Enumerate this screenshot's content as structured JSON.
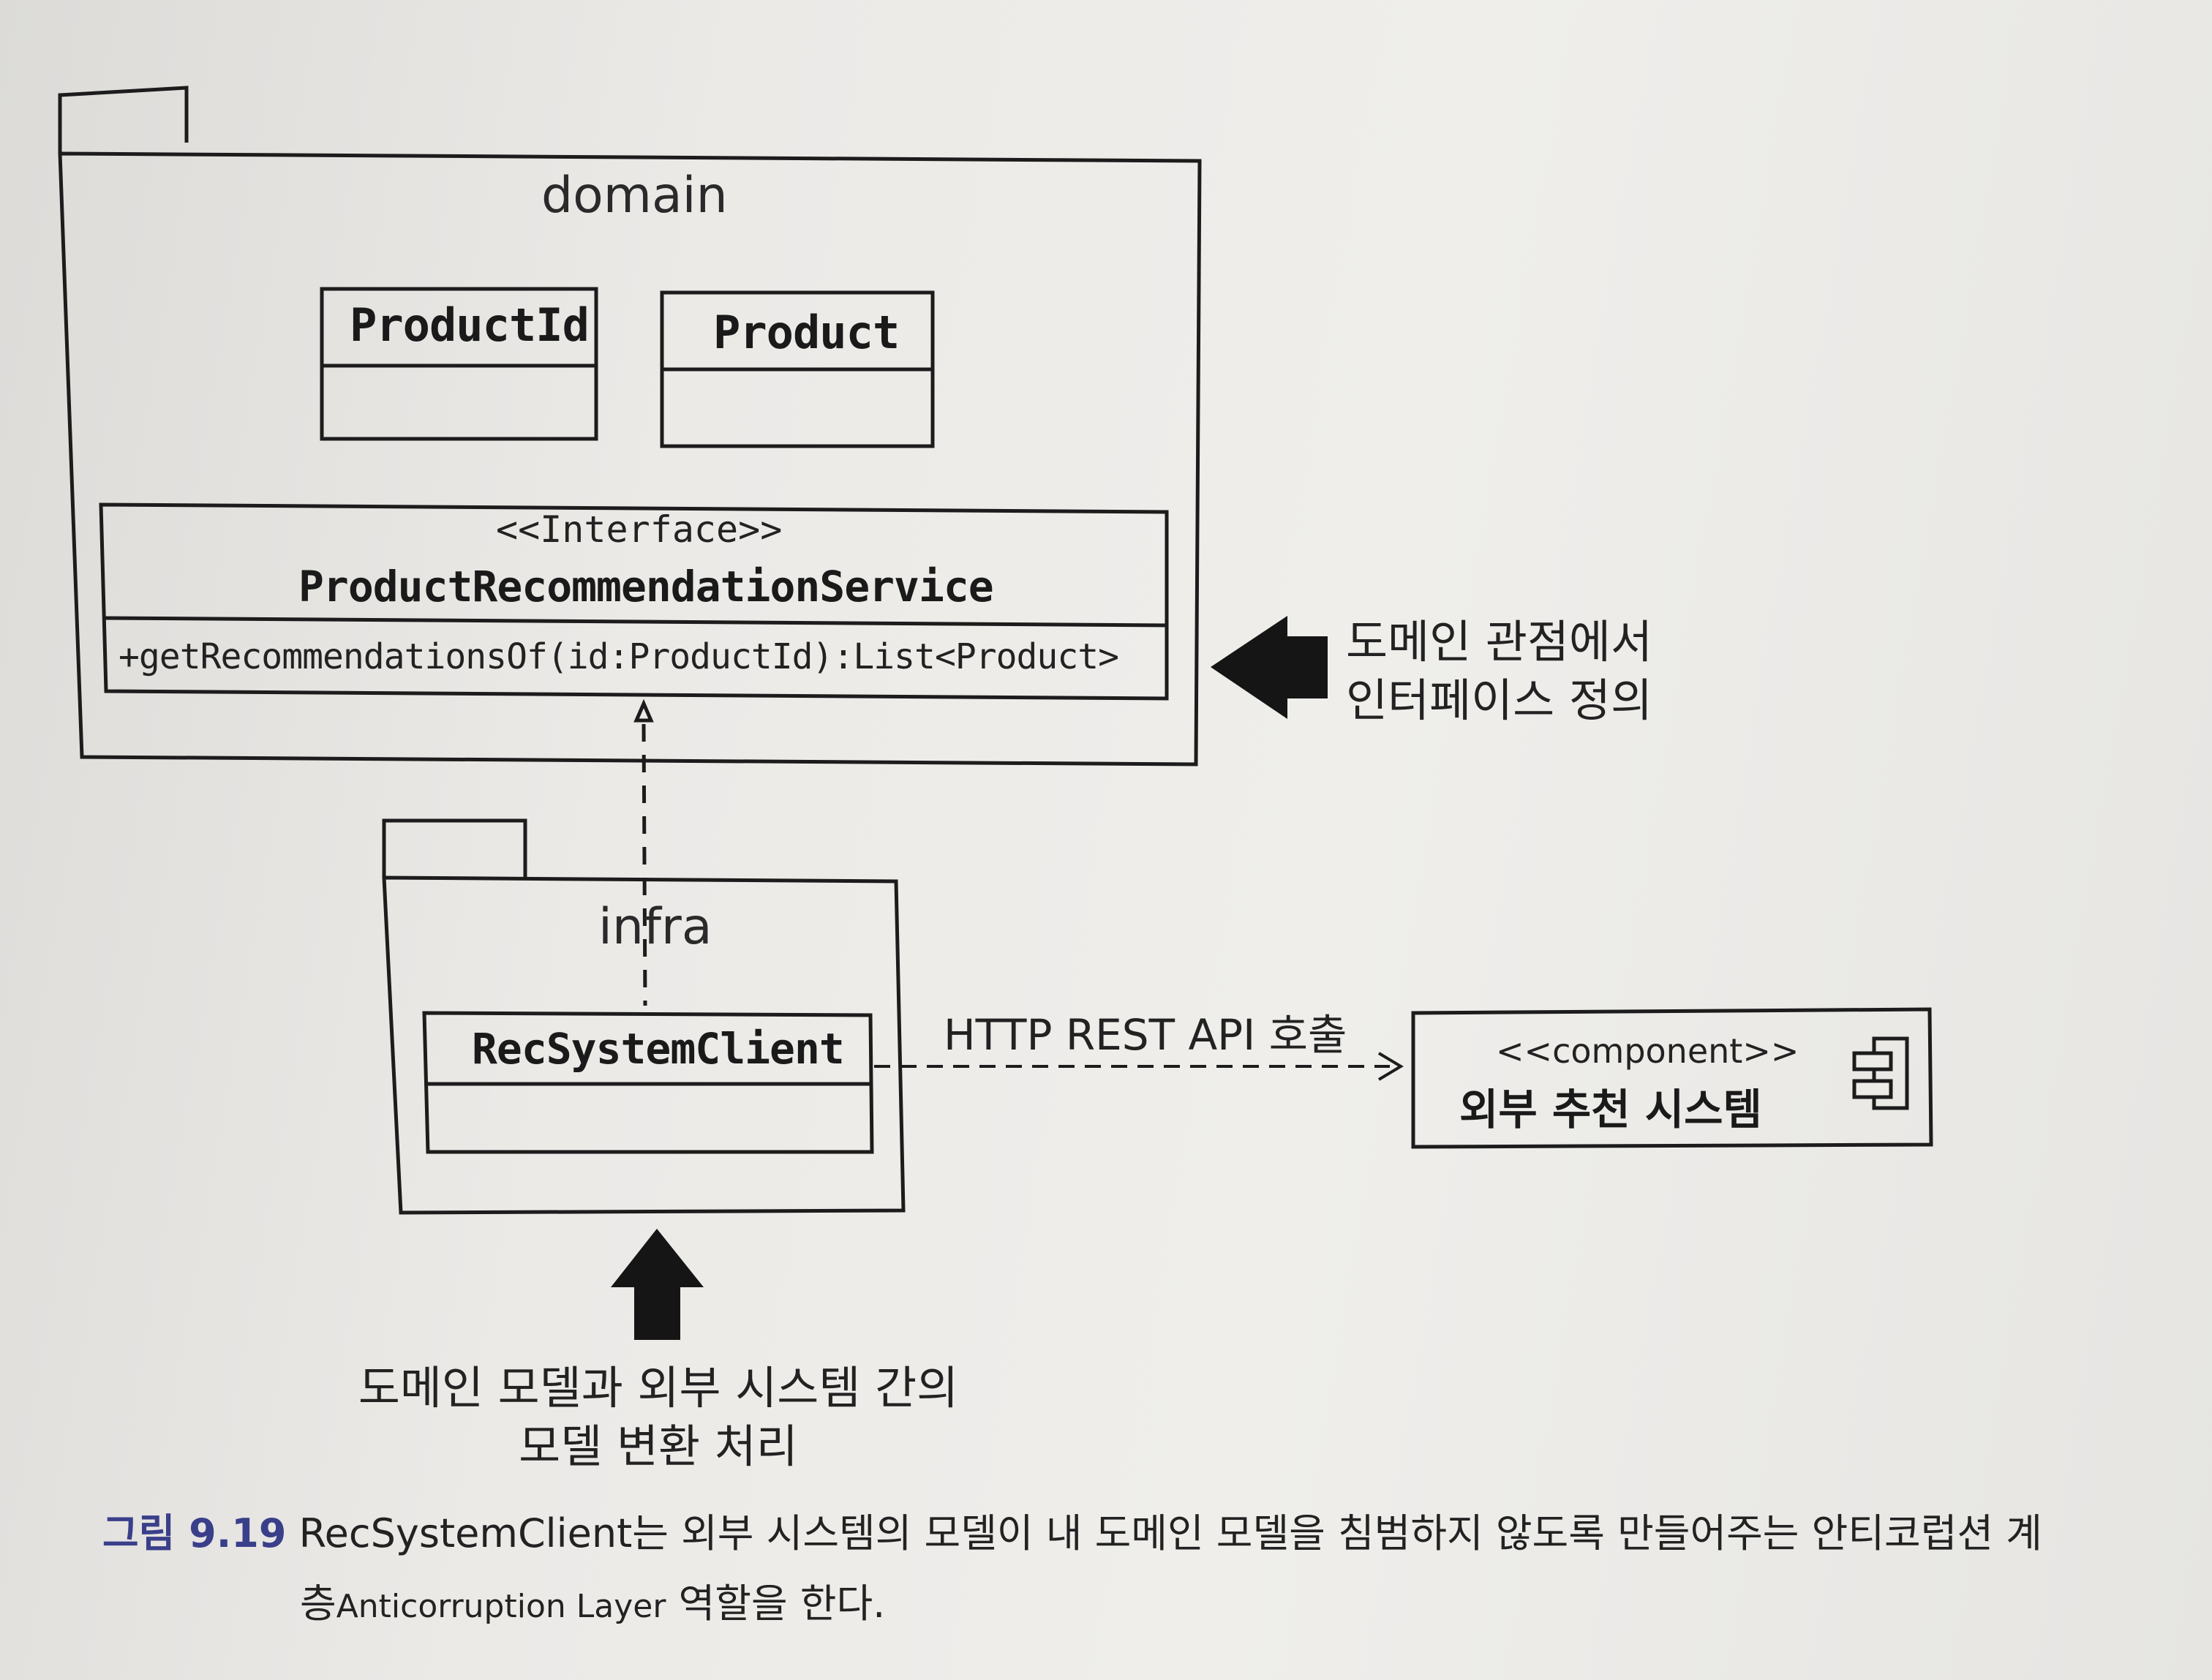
{
  "domain_package": {
    "name": "domain"
  },
  "classes": {
    "product_id": {
      "name": "ProductId"
    },
    "product": {
      "name": "Product"
    },
    "recommendation_service": {
      "stereotype": "<<Interface>>",
      "name": "ProductRecommendationService",
      "method": "+getRecommendationsOf(id:ProductId):List<Product>"
    },
    "rec_system_client": {
      "name": "RecSystemClient"
    }
  },
  "infra_package": {
    "name": "infra"
  },
  "external_component": {
    "stereotype": "<<component>>",
    "name": "외부 추천 시스템",
    "icon": "component-icon"
  },
  "edges": {
    "http_call_label": "HTTP REST API 호출"
  },
  "notes": {
    "domain_interface_line1": "도메인 관점에서",
    "domain_interface_line2": "인터페이스 정의",
    "translation_line1": "도메인 모델과 외부 시스템 간의",
    "translation_line2": "모델 변환 처리"
  },
  "caption": {
    "figure_number": "그림 9.19",
    "line1_text": "RecSystemClient는 외부 시스템의 모델이 내 도메인 모델을 침범하지 않도록 만들어주는 안티코럽션 계",
    "line2_prefix": "층",
    "line2_english": "Anticorruption Layer",
    "line2_suffix": " 역할을 한다."
  },
  "colors": {
    "line": "#1c1c1c",
    "arrow_fill": "#151515",
    "figure_number": "#3a3f8a",
    "paper": "#ecebe8"
  }
}
